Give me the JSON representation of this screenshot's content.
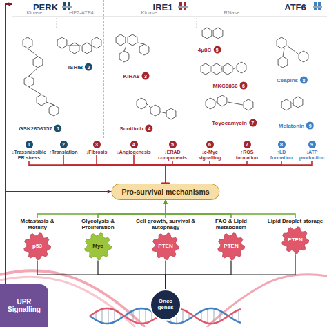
{
  "diagram": {
    "nodes": [
      {
        "text": [
          "PERK",
          "Kinase",
          "eIF2-ATF4"
        ]
      },
      {
        "text": [
          "IRE1",
          "Kinase",
          "RNase"
        ]
      },
      {
        "text": [
          "ATF6"
        ]
      },
      {
        "text": [
          "GSK2656157",
          "1"
        ],
        "in": 0
      },
      {
        "text": [
          "ISRIB",
          "2"
        ],
        "in": 0
      },
      {
        "text": [
          "KIRA8",
          "3"
        ],
        "in": 1
      },
      {
        "text": [
          "Sunitinib",
          "4"
        ],
        "in": 1
      },
      {
        "text": [
          "4μ8C",
          "5"
        ],
        "in": 1
      },
      {
        "text": [
          "MKC8866",
          "6"
        ],
        "in": 1
      },
      {
        "text": [
          "Toyocamycin",
          "7"
        ],
        "in": 1
      },
      {
        "text": [
          "Ceapins",
          "8"
        ],
        "in": 2
      },
      {
        "text": [
          "Melatonin",
          "9"
        ],
        "in": 2
      },
      {
        "text": [
          "1",
          "↓Trassmissible ER stress"
        ]
      },
      {
        "text": [
          "2",
          "↑Translation"
        ]
      },
      {
        "text": [
          "3",
          "↓Fibrosis"
        ]
      },
      {
        "text": [
          "4",
          "↓Angiogenesis"
        ]
      },
      {
        "text": [
          "5",
          "↓ERAD components"
        ]
      },
      {
        "text": [
          "6",
          "↓c-Myc signalling"
        ]
      },
      {
        "text": [
          "7",
          "↑ROS formation"
        ]
      },
      {
        "text": [
          "8",
          "↑LD formation"
        ]
      },
      {
        "text": [
          "9",
          "↓ATP production"
        ]
      },
      {
        "text": [
          "Pro-survival mechanisms"
        ]
      },
      {
        "text": [
          "Metastasis & Motility",
          "p53"
        ]
      },
      {
        "text": [
          "Glycolysis & Proliferation",
          "Myc"
        ]
      },
      {
        "text": [
          "Cell growth, survival & autophagy",
          "PTEN"
        ]
      },
      {
        "text": [
          "FAO & Lipid metabolism",
          "PTEN"
        ]
      },
      {
        "text": [
          "Lipid Droplet storage",
          "PTEN"
        ]
      },
      {
        "text": [
          "Onco genes"
        ]
      },
      {
        "text": [
          "UPR Signalling"
        ]
      }
    ],
    "edges": [
      {
        "from": 12,
        "to": 21,
        "arrow": "to"
      },
      {
        "from": 13,
        "to": 21,
        "arrow": "to"
      },
      {
        "from": 14,
        "to": 21,
        "arrow": "to"
      },
      {
        "from": 15,
        "to": 21,
        "arrow": "to"
      },
      {
        "from": 16,
        "to": 21,
        "arrow": "to"
      },
      {
        "from": 17,
        "to": 21,
        "arrow": "to"
      },
      {
        "from": 18,
        "to": 21,
        "arrow": "to"
      },
      {
        "from": 19,
        "to": 21,
        "arrow": "to"
      },
      {
        "from": 20,
        "to": 21,
        "arrow": "to"
      },
      {
        "from": 22,
        "to": 21,
        "arrow": "to"
      },
      {
        "from": 23,
        "to": 21,
        "arrow": "to"
      },
      {
        "from": 24,
        "to": 21,
        "arrow": "to"
      },
      {
        "from": 25,
        "to": 21,
        "arrow": "to"
      },
      {
        "from": 26,
        "to": 21,
        "arrow": "to"
      },
      {
        "from": 27,
        "to": 22,
        "arrow": "none"
      },
      {
        "from": 27,
        "to": 23,
        "arrow": "none"
      },
      {
        "from": 27,
        "to": 24,
        "arrow": "none"
      },
      {
        "from": 27,
        "to": 25,
        "arrow": "none"
      },
      {
        "from": 27,
        "to": 26,
        "arrow": "none"
      },
      {
        "from": 28,
        "to": 21,
        "arrow": "to"
      },
      {
        "from": 28,
        "to": 0,
        "arrow": "to"
      }
    ]
  }
}
